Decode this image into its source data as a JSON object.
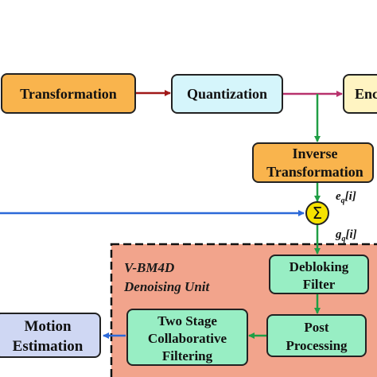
{
  "colors": {
    "orange_box": "#f9b44d",
    "cyan_box": "#d5f5fb",
    "yellow_box": "#fff4c2",
    "green_box": "#98eec4",
    "blue_box": "#cfd7f3",
    "unit_fill": "#f2a48c",
    "green_arrow": "#1f9e45",
    "red_arrow": "#a01818",
    "magenta_arrow": "#b8326d",
    "blue_arrow": "#2c69d8",
    "sum_fill": "#f6e200",
    "purple_text": "#6d2a8e",
    "blue_text": "#1a3aa8"
  },
  "blocks": {
    "transformation": {
      "label": "Transformation"
    },
    "quantization": {
      "label": "Quantization"
    },
    "encoder": {
      "label": "Enc"
    },
    "inverse_transformation": {
      "line1": "Inverse",
      "line2": "Transformation"
    },
    "summation": {
      "symbol": "Σ"
    },
    "deblocking_filter": {
      "line1": "Debloking",
      "line2": "Filter"
    },
    "post_processing": {
      "line1": "Post",
      "line2": "Processing"
    },
    "two_stage_filtering": {
      "line1": "Two Stage",
      "line2": "Collaborative",
      "line3": "Filtering"
    },
    "motion_estimation": {
      "line1": "Motion",
      "line2": "Estimation"
    }
  },
  "unit": {
    "line1": "V-BM4D",
    "line2": "Denoising Unit"
  },
  "signals": {
    "e_base": "e",
    "e_sub": "q",
    "e_suffix": "[i]",
    "g_base": "g",
    "g_sub": "q",
    "g_suffix": "[i]"
  }
}
